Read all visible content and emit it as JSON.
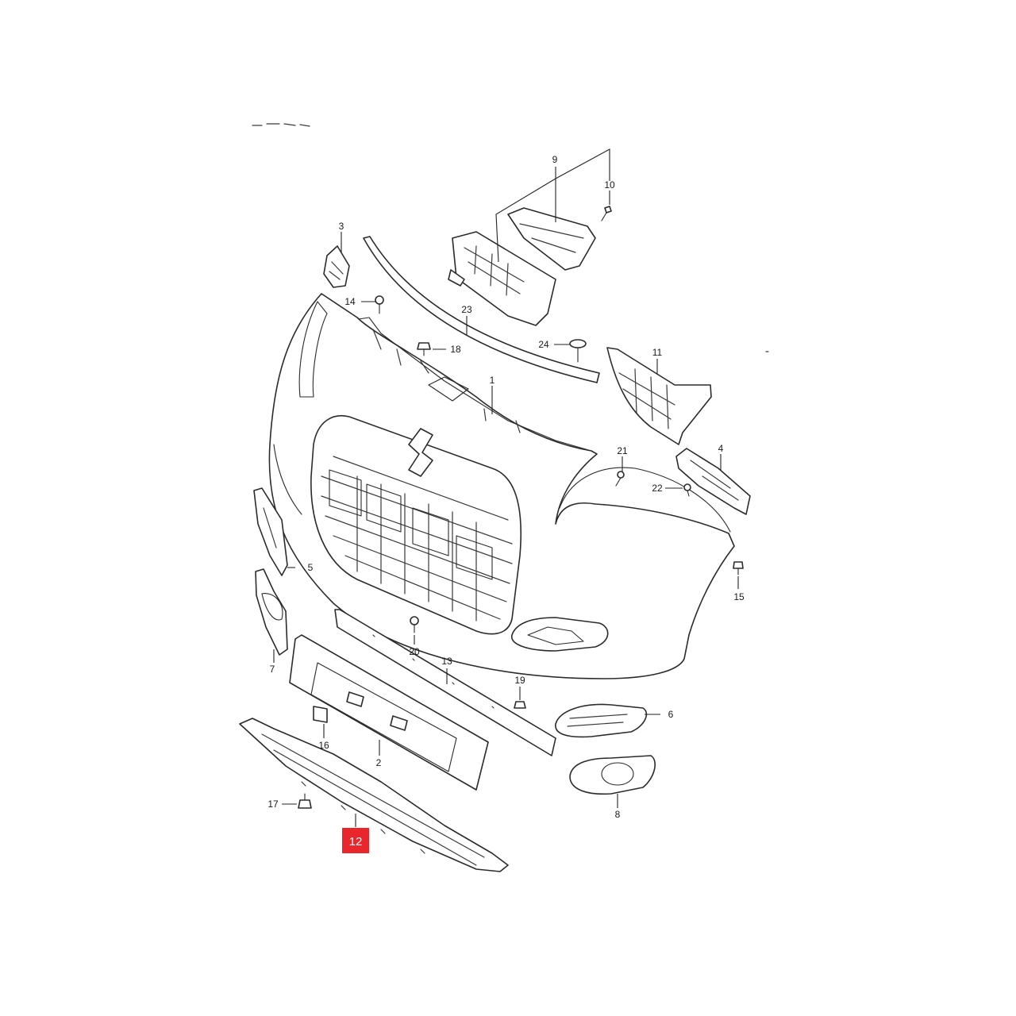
{
  "diagram": {
    "highlight_color": "#e8262c",
    "highlighted_callout": "12",
    "callouts": {
      "c1": "1",
      "c2": "2",
      "c3": "3",
      "c4": "4",
      "c5": "5",
      "c6": "6",
      "c7": "7",
      "c8": "8",
      "c9": "9",
      "c10": "10",
      "c11": "11",
      "c12": "12",
      "c13": "13",
      "c14": "14",
      "c15": "15",
      "c16": "16",
      "c17": "17",
      "c18": "18",
      "c19": "19",
      "c20": "20",
      "c21": "21",
      "c22": "22",
      "c23": "23",
      "c24": "24"
    }
  }
}
